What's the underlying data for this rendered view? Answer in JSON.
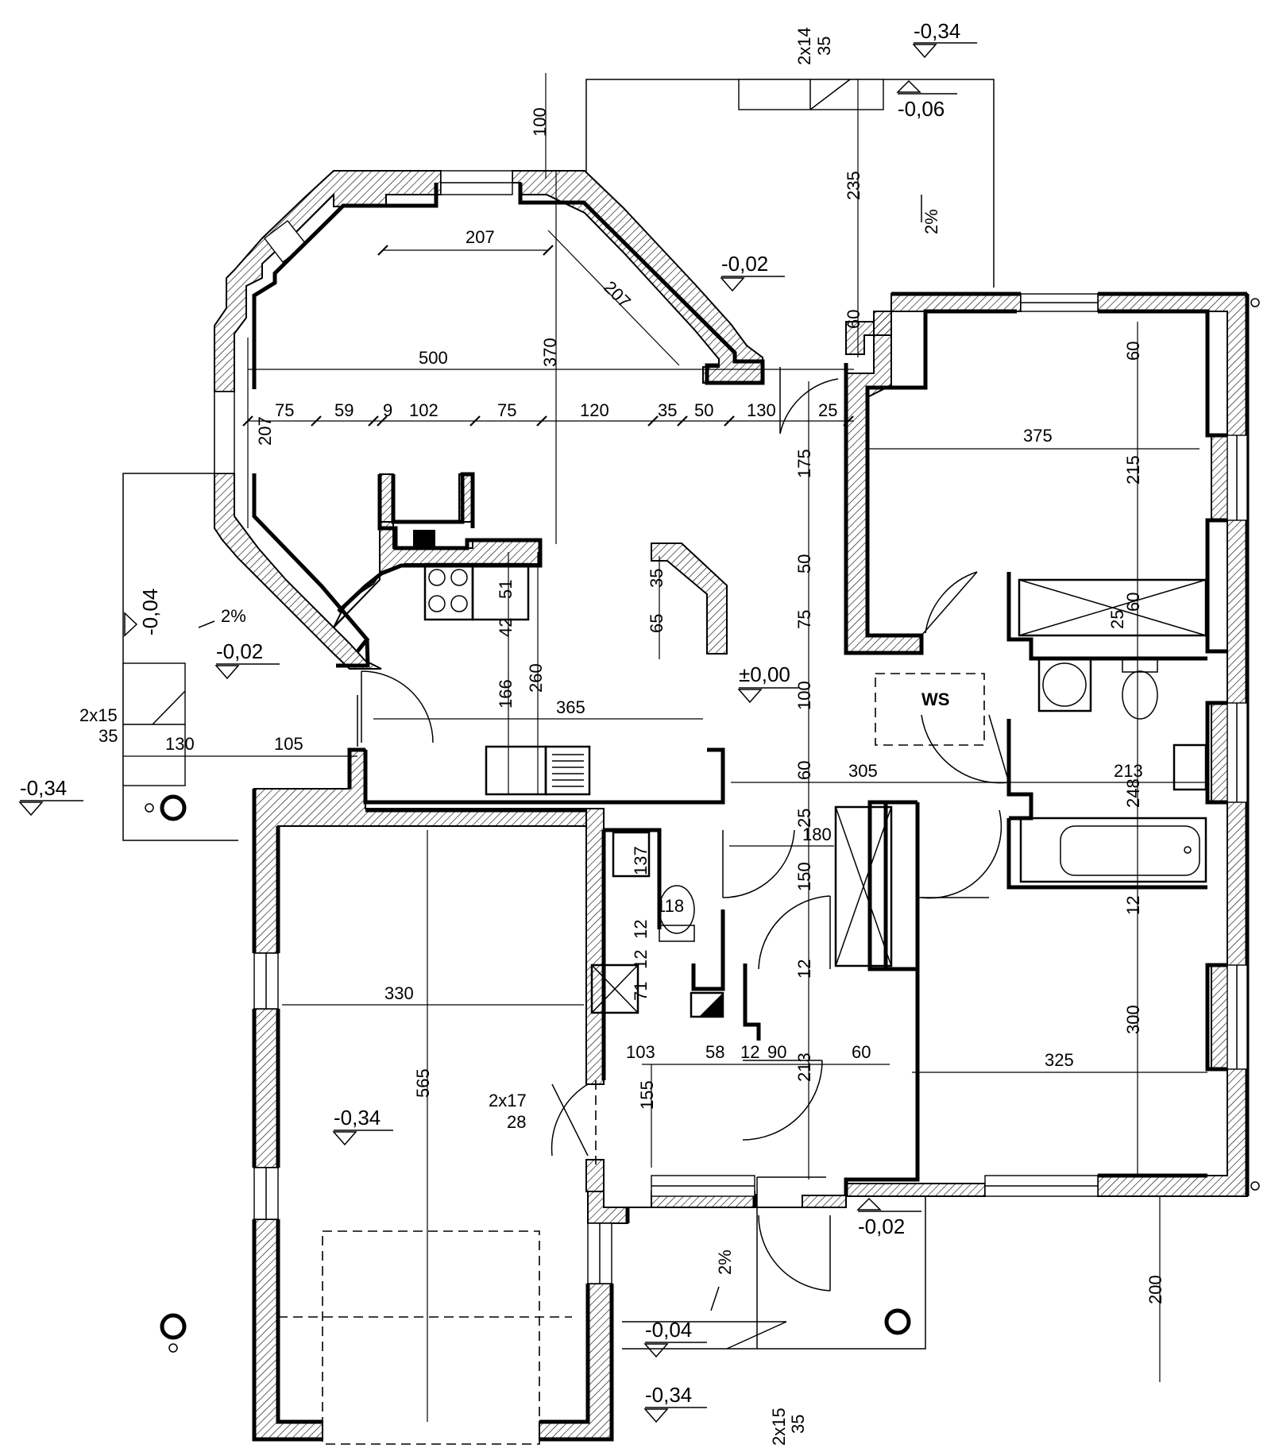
{
  "dimensions": {
    "octagon_top_width": "207",
    "octagon_diagonal": "207",
    "octagon_left_side": "207",
    "room_depth_370": "370",
    "overall_500": "500",
    "chain": [
      "75",
      "59",
      "9",
      "102",
      "75",
      "120",
      "35",
      "50",
      "130",
      "25"
    ],
    "terrace_100": "100",
    "terrace_235": "235",
    "north_60": "60",
    "bed1_width": "375",
    "bed1_60": "60",
    "bed1_depth": "215",
    "hall_175": "175",
    "hall_50": "50",
    "hall_75": "75",
    "hall_100": "100",
    "hall_60": "60",
    "hall_25": "25",
    "hall_150": "150",
    "hall_12": "12",
    "hall_213": "213",
    "island_35": "35",
    "island_65": "65",
    "kitchen_51": "51",
    "kitchen_42": "42",
    "kitchen_166": "166",
    "kitchen_260": "260",
    "living_365": "365",
    "entry_130": "130",
    "entry_105": "105",
    "hall_305": "305",
    "bath_213": "213",
    "bath_248": "248",
    "bath_25": "25",
    "bath_60": "60",
    "bed2_12": "12",
    "bed2_300": "300",
    "bed2_325": "325",
    "south_200": "200",
    "wc_180": "180",
    "wc_137": "137",
    "wc_118": "118",
    "wc_12": "12",
    "boiler_12": "12",
    "boiler_71": "71",
    "utility_103": "103",
    "utility_58": "58",
    "utility_12": "12",
    "utility_90": "90",
    "utility_60": "60",
    "utility_155": "155",
    "garage_330": "330",
    "garage_565": "565"
  },
  "levels": {
    "north_terrace_outer": "-0,34",
    "north_terrace": "-0,06",
    "living": "-0,02",
    "west_terrace": "-0,04",
    "west_entry": "-0,02",
    "west_ground": "-0,34",
    "floor": "±0,00",
    "garage": "-0,34",
    "south_entry": "-0,02",
    "south_terrace": "-0,04",
    "south_ground": "-0,34"
  },
  "slopes": {
    "north_terrace": "2%",
    "west_terrace": "2%",
    "south_terrace": "2%"
  },
  "stairs": {
    "north_count": "2x14",
    "north_tread": "35",
    "west_count": "2x15",
    "west_tread": "35",
    "garage_count": "2x17",
    "garage_tread": "28",
    "south_count": "2x15",
    "south_tread": "35"
  },
  "labels": {
    "washer_space": "WS"
  }
}
